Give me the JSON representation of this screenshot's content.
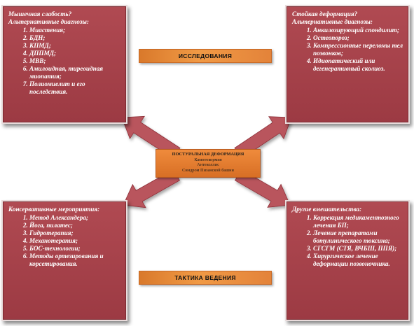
{
  "colors": {
    "box_fill": "#a4434b",
    "box_border": "#e9dcdc",
    "arrow_fill": "#b9555d",
    "banner_fill": "#f19a45",
    "center_fill": "#e27a2f"
  },
  "top_left": {
    "title": "Мышечная слабость?",
    "subtitle": "Альтернативные диагнозы:",
    "items": [
      "Миастения;",
      "БДН;",
      "КПМД;",
      "ДППМД;",
      "МВВ;",
      "Амилоидная, тиреоидная миопатия;",
      "Полиомиелит и его последствия."
    ]
  },
  "top_right": {
    "title": "Стойкая деформация?",
    "subtitle": "Альтернативные диагнозы:",
    "items": [
      "Анкилозирующий спондилит;",
      "Остеопороз;",
      "Компрессионные переломы тел позвонков;",
      "Идиопатический или дегенеративный сколиоз."
    ]
  },
  "bottom_left": {
    "title": "Консервативные мероприятия:",
    "items": [
      "Метод Александера;",
      "Йога, пилатес;",
      "Гидротерапия;",
      "Механотерапия;",
      "БОС-технологии;",
      "Методы ортезирования и корсетирования."
    ]
  },
  "bottom_right": {
    "title": "Другие вмешательства:",
    "items": [
      "Коррекция медикаментозного лечения БП;",
      "Лечение препаратами ботулинического токсина;",
      "СГСГМ (СТЯ, ВЧБШ, ППЯ);",
      "Хирургическое лечение деформации позвоночника."
    ]
  },
  "banners": {
    "research": "ИССЛЕДОВАНИЯ",
    "tactics": "ТАКТИКА ВЕДЕНИЯ"
  },
  "center": {
    "title": "ПОСТУРАЛЬНАЯ ДЕФОРМАЦИЯ",
    "lines": [
      "Камптокормия",
      "Антеколлис",
      "Синдром Пизанской башни"
    ]
  }
}
